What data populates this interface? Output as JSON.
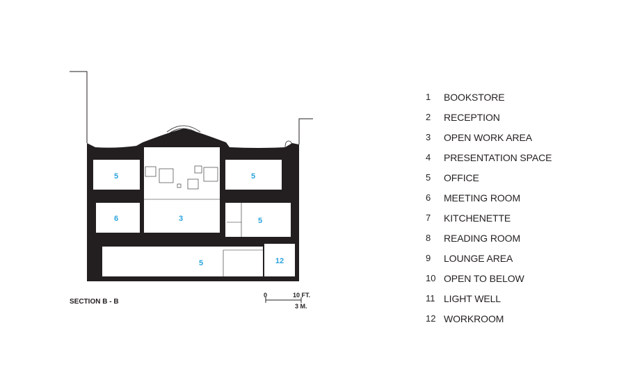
{
  "diagram": {
    "section_title": "SECTION B - B",
    "rooms": [
      {
        "id": "office-top-left",
        "number": "5"
      },
      {
        "id": "office-top-right",
        "number": "5"
      },
      {
        "id": "meeting-room",
        "number": "6"
      },
      {
        "id": "open-work-area",
        "number": "3"
      },
      {
        "id": "office-mid-right",
        "number": "5"
      },
      {
        "id": "office-bottom",
        "number": "5"
      },
      {
        "id": "workroom",
        "number": "12"
      }
    ],
    "scale": {
      "zero": "0",
      "feet": "10 FT.",
      "meters": "3 M."
    }
  },
  "legend": [
    {
      "num": "1",
      "label": "BOOKSTORE"
    },
    {
      "num": "2",
      "label": "RECEPTION"
    },
    {
      "num": "3",
      "label": "OPEN WORK AREA"
    },
    {
      "num": "4",
      "label": "PRESENTATION SPACE"
    },
    {
      "num": "5",
      "label": "OFFICE"
    },
    {
      "num": "6",
      "label": "MEETING ROOM"
    },
    {
      "num": "7",
      "label": "KITCHENETTE"
    },
    {
      "num": "8",
      "label": "READING ROOM"
    },
    {
      "num": "9",
      "label": "LOUNGE AREA"
    },
    {
      "num": "10",
      "label": "OPEN TO BELOW"
    },
    {
      "num": "11",
      "label": "LIGHT WELL"
    },
    {
      "num": "12",
      "label": "WORKROOM"
    }
  ],
  "colors": {
    "wall": "#231f20",
    "room_number": "#29a3dc"
  }
}
